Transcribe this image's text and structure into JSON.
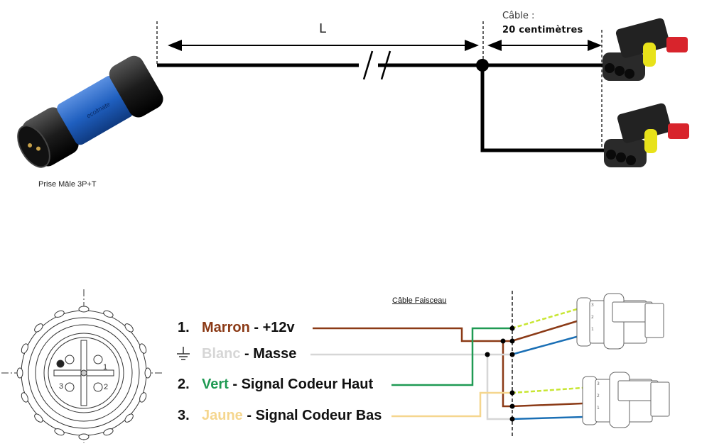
{
  "top": {
    "plug_label": "Prise Mâle 3P+T",
    "length_label": "L",
    "cable_label": "Câble :",
    "cable_length": "20 centimètres",
    "plug_brand_text": "ecolmate"
  },
  "bottom": {
    "harness_label": "Câble Faisceau",
    "pinout_numbers": [
      "1",
      "2",
      "3"
    ],
    "legend": [
      {
        "number": "1.",
        "color_name": "Marron",
        "separator": " - ",
        "function": "+12v",
        "color": "#8b3a16"
      },
      {
        "number": "",
        "color_name": "Blanc",
        "separator": " - ",
        "function": "Masse",
        "color": "#d6d6d6",
        "icon": "ground-icon"
      },
      {
        "number": "2.",
        "color_name": "Vert",
        "separator": " - ",
        "function": "Signal Codeur Haut",
        "color": "#1f9a53"
      },
      {
        "number": "3.",
        "color_name": "Jaune",
        "separator": " - ",
        "function": "Signal Codeur Bas",
        "color": "#f5d68e"
      }
    ],
    "connector_pins": [
      "3",
      "2",
      "1"
    ],
    "connector_wire_colors": {
      "pin3": "#c8e632",
      "pin2": "#8b3a16",
      "pin1": "#1a6fb5"
    }
  },
  "colors": {
    "cable_black": "#000000",
    "plug_blue": "#1f5fbf",
    "plug_black": "#1c1c1c",
    "connector_yellow": "#e8e21a",
    "connector_red": "#d8242c"
  }
}
